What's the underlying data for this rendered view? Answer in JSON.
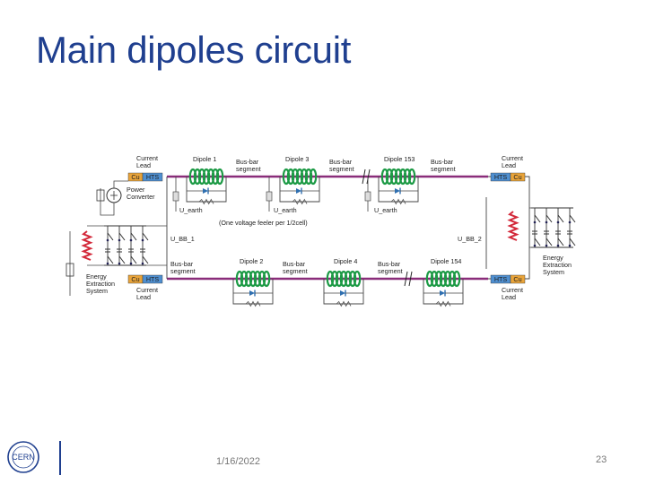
{
  "slide": {
    "title": "Main dipoles circuit",
    "date": "1/16/2022",
    "page_number": "23",
    "logo_text": "CERN"
  },
  "diagram": {
    "top_left_lead": "Current\nLead",
    "bottom_right_lead": "Current\nLead",
    "bottom_left_lead": "Current\nLead",
    "top_right_lead": "Current\nLead",
    "cu": "Cu",
    "hts": "HTS",
    "dipole_1": "Dipole 1",
    "dipole_3": "Dipole 3",
    "dipole_153": "Dipole 153",
    "dipole_2": "Dipole 2",
    "dipole_4": "Dipole 4",
    "dipole_154": "Dipole 154",
    "bus_bar_segment": "Bus-bar\nsegment",
    "power_converter": "Power\nConverter",
    "u_earth": "U_earth",
    "voltage_feeler": "(One voltage feeler per 1/2cell)",
    "u_bb_1": "U_BB_1",
    "u_bb_2": "U_BB_2",
    "energy_extraction": "Energy\nExtraction\nSystem",
    "colors": {
      "title": "#1f3f8f",
      "busbar": "#8a2d7a",
      "coil": "#1c9a45",
      "hts": "#4f8fd0",
      "cu": "#e9a43a",
      "resistor": "#d3293a",
      "diode": "#2f6fb0"
    }
  }
}
